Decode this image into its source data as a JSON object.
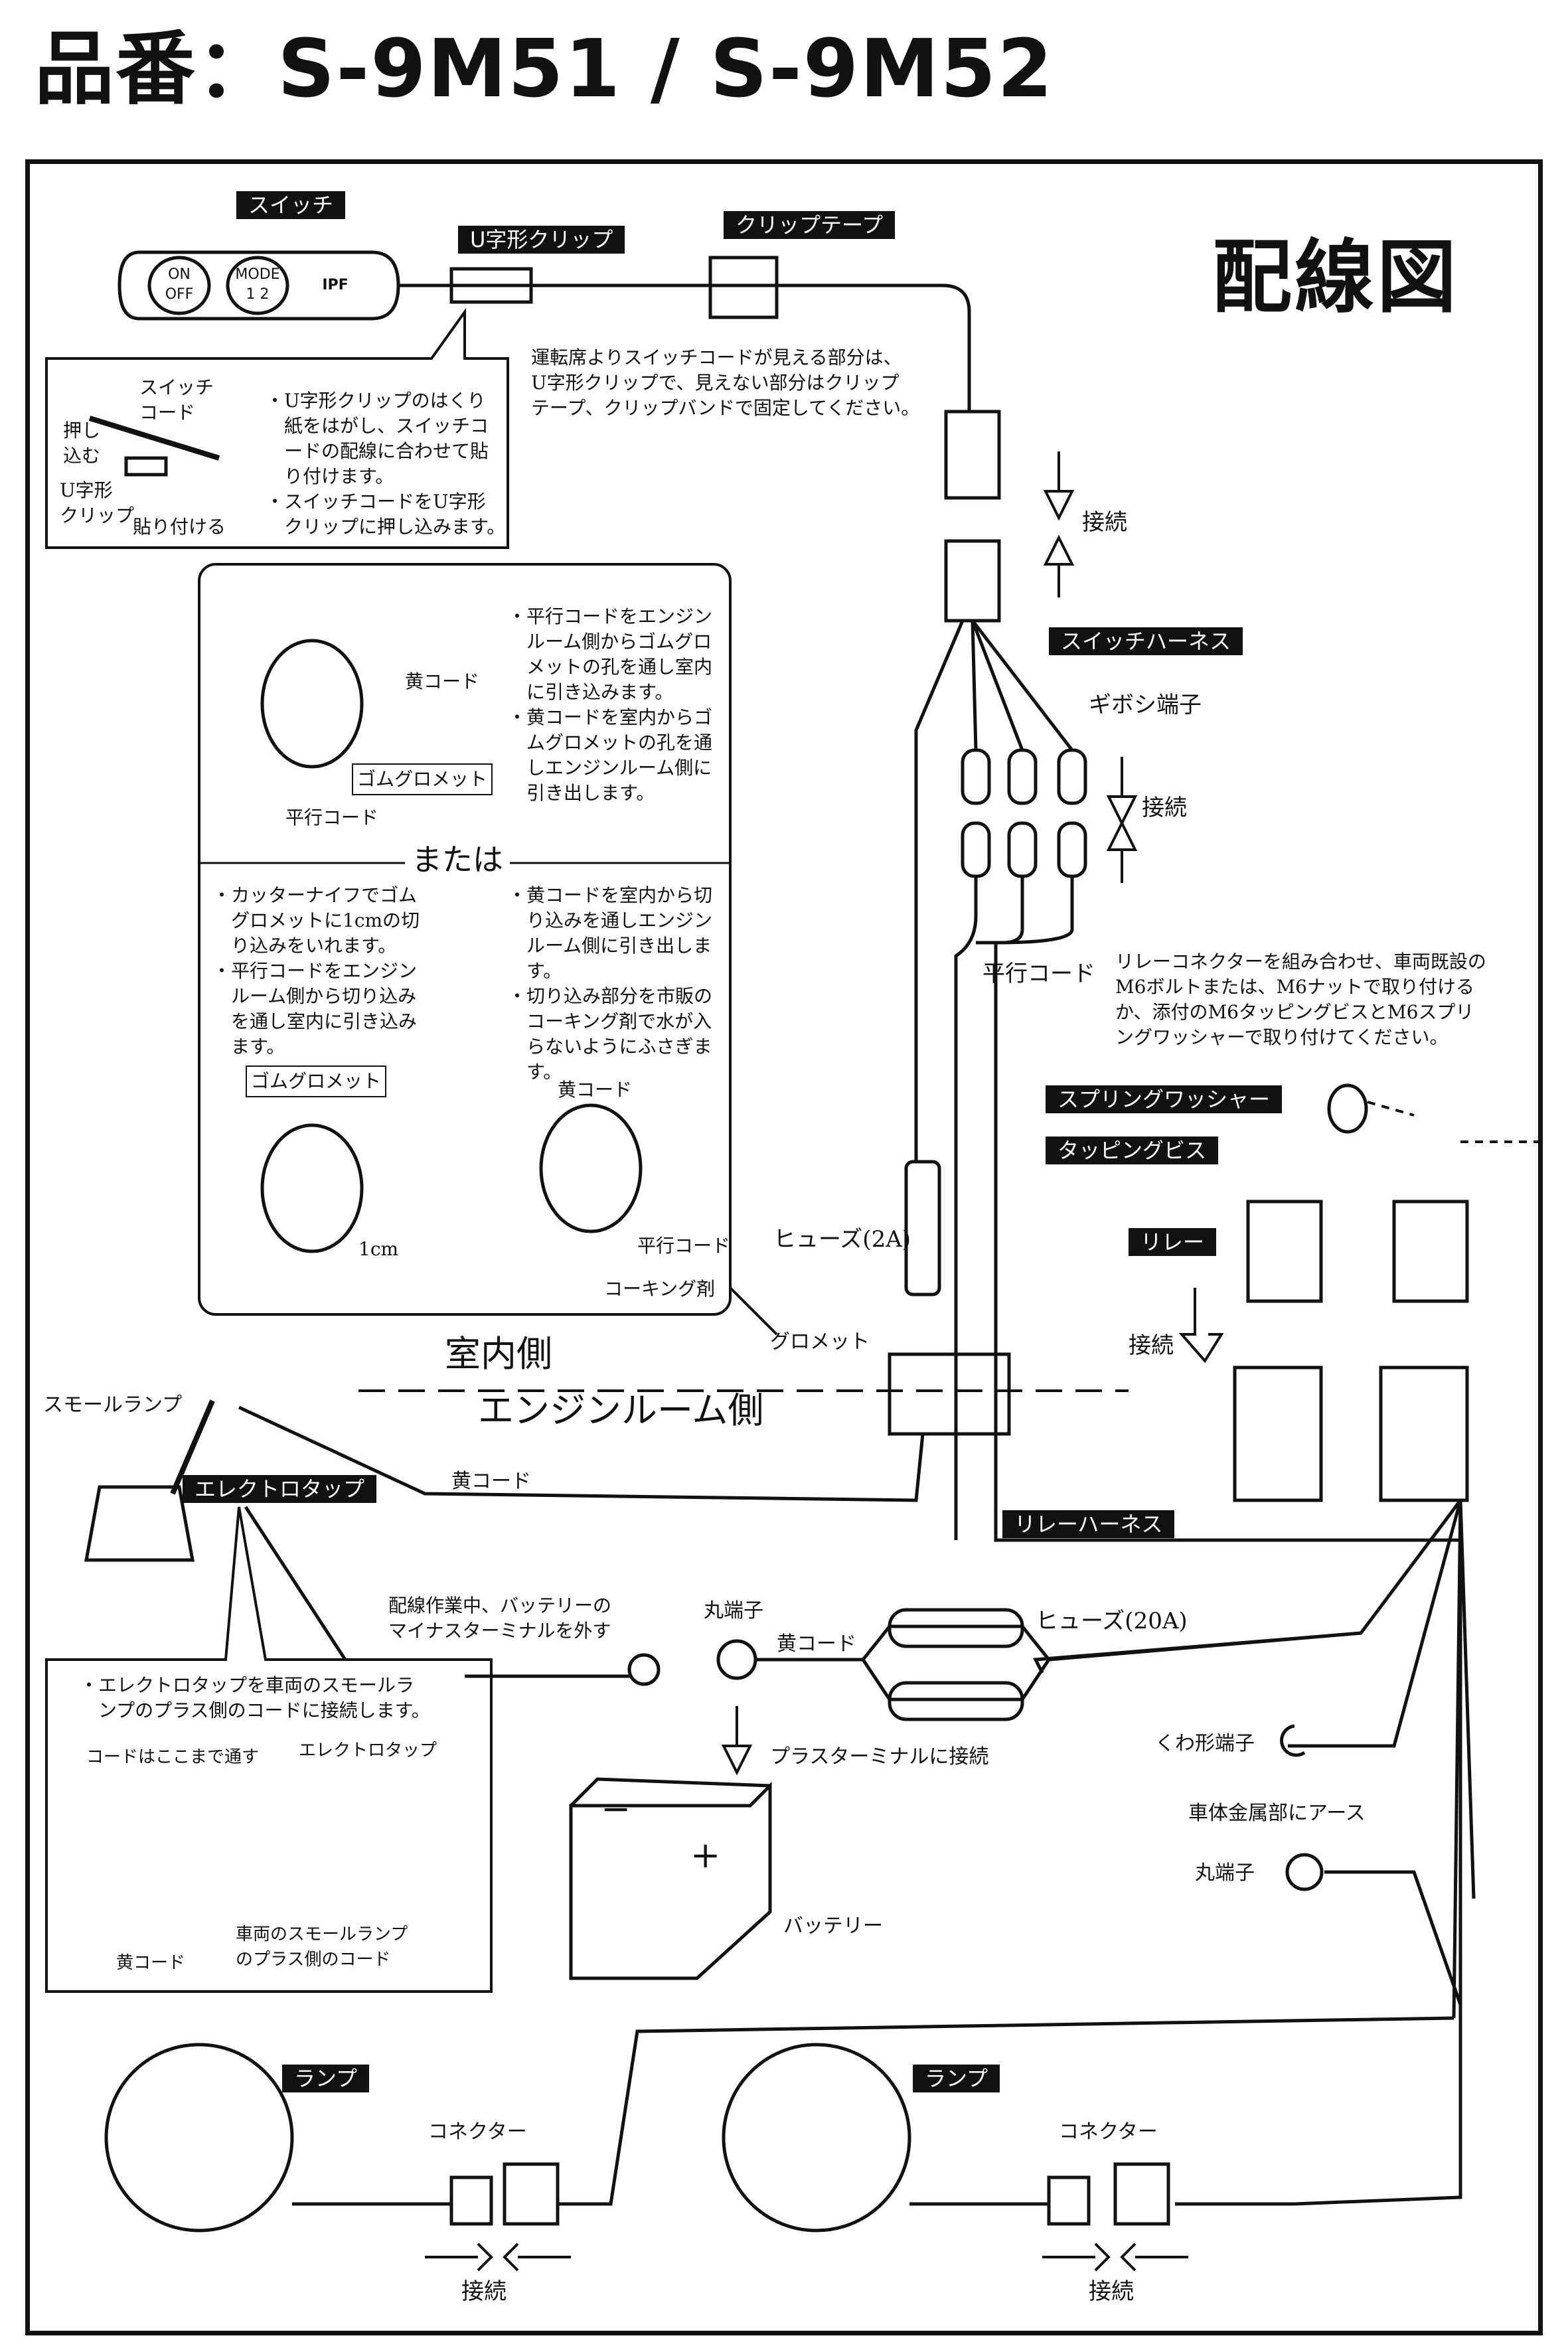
{
  "header": {
    "model_title": "品番：S-9M51 / S-9M52",
    "diagram_title": "配線図"
  },
  "switch": {
    "label": "スイッチ",
    "btn1_top": "ON",
    "btn1_bottom": "OFF",
    "btn2_top": "MODE",
    "btn2_bottom": "1 2",
    "logo": "IPF"
  },
  "u_clip": {
    "label": "U字形クリップ"
  },
  "clip_tape": {
    "label": "クリップテープ"
  },
  "switch_note": "運転席よりスイッチコードが見える部分は、\nU字形クリップで、見えない部分はクリップ\nテープ、クリップバンドで固定してください。",
  "clip_callout": {
    "switch_cord": "スイッチ\nコード",
    "push": "押し\n込む",
    "u_clip": "U字形\nクリップ",
    "stick": "貼り付ける",
    "text": "・U字形クリップのはくり\n　紙をはがし、スイッチコ\n　ードの配線に合わせて貼\n　り付けます。\n・スイッチコードをU字形\n　クリップに押し込みます。"
  },
  "connect": "接続",
  "switch_harness": "スイッチハーネス",
  "gibosi": "ギボシ端子",
  "parallel_cord": "平行コード",
  "grommet_box": {
    "yellow_cord": "黄コード",
    "rubber_grommet": "ゴムグロメット",
    "parallel_cord": "平行コード",
    "text1": "・平行コードをエンジン\n　ルーム側からゴムグロ\n　メットの孔を通し室内\n　に引き込みます。\n・黄コードを室内からゴ\n　ムグロメットの孔を通\n　しエンジンルーム側に\n　引き出します。",
    "or": "または",
    "text2": "・カッターナイフでゴム\n　グロメットに1cmの切\n　り込みをいれます。\n・平行コードをエンジン\n　ルーム側から切り込み\n　を通し室内に引き込み\n　ます。",
    "text3": "・黄コードを室内から切\n　り込みを通しエンジン\n　ルーム側に引き出しま\n　す。\n・切り込み部分を市販の\n　コーキング剤で水が入\n　らないようにふさぎま\n　す。",
    "rubber_grommet2": "ゴムグロメット",
    "cm": "1cm",
    "yellow_cord2": "黄コード",
    "parallel_cord2": "平行コード",
    "caulk": "コーキング剤"
  },
  "relay_note": "リレーコネクターを組み合わせ、車両既設の\nM6ボルトまたは、M6ナットで取り付ける\nか、添付のM6タッピングビスとM6スプリ\nングワッシャーで取り付けてください。",
  "spring_washer": "スプリングワッシャー",
  "tapping_screw": "タッピングビス",
  "relay": "リレー",
  "fuse_2a": "ヒューズ(2A)",
  "grommet": "グロメット",
  "interior_side": "室内側",
  "engine_side": "エンジンルーム側",
  "small_lamp": "スモールランプ",
  "electro_tap": "エレクトロタップ",
  "yellow_cord": "黄コード",
  "relay_harness": "リレーハーネス",
  "battery_note": "配線作業中、バッテリーの\nマイナスターミナルを外す",
  "round_terminal": "丸端子",
  "yellow_cord_b": "黄コード",
  "fuse_20a": "ヒューズ(20A)",
  "plus_terminal": "プラスターミナルに接続",
  "fork_terminal": "くわ形端子",
  "body_ground": "車体金属部にアース",
  "round_terminal2": "丸端子",
  "battery": "バッテリー",
  "battery_minus": "−",
  "battery_plus": "+",
  "etap_callout": {
    "text": "・エレクトロタップを車両のスモールラ\n　ンプのプラス側のコードに接続します。",
    "pass": "コードはここまで通す",
    "etap": "エレクトロタップ",
    "yellow": "黄コード",
    "plus_cord": "車両のスモールランプ\nのプラス側のコード"
  },
  "lamp": "ランプ",
  "connector": "コネクター",
  "colors": {
    "ink": "#111111",
    "paper": "#ffffff"
  }
}
